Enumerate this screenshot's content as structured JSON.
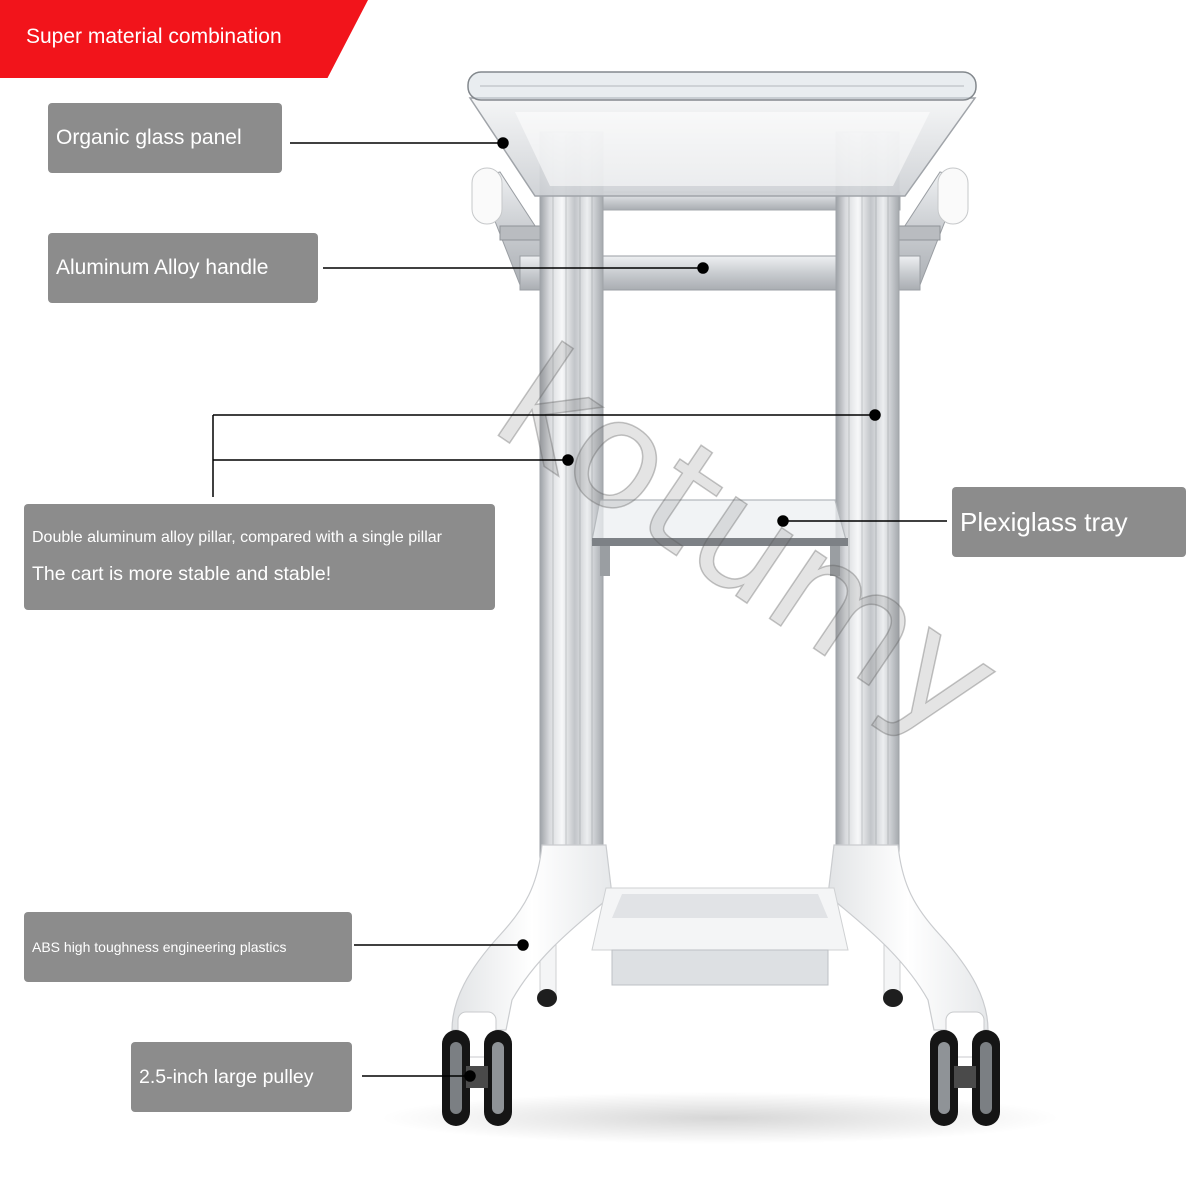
{
  "banner": {
    "title": "Super material combination"
  },
  "callouts": {
    "organic_glass_panel": "Organic glass panel",
    "aluminum_alloy_handle": "Aluminum Alloy handle",
    "double_pillar": {
      "line1": "Double aluminum alloy pillar, compared with a single pillar",
      "line2": "The cart is more stable and stable!"
    },
    "plexiglass_tray": "Plexiglass tray",
    "abs_plastics": "ABS high toughness engineering plastics",
    "pulley": "2.5-inch large pulley"
  },
  "watermark": "kotumy",
  "colors": {
    "banner": "#f2141b",
    "callout_background": "#8c8c8c",
    "callout_text": "#ffffff",
    "leader_line": "#000000"
  }
}
